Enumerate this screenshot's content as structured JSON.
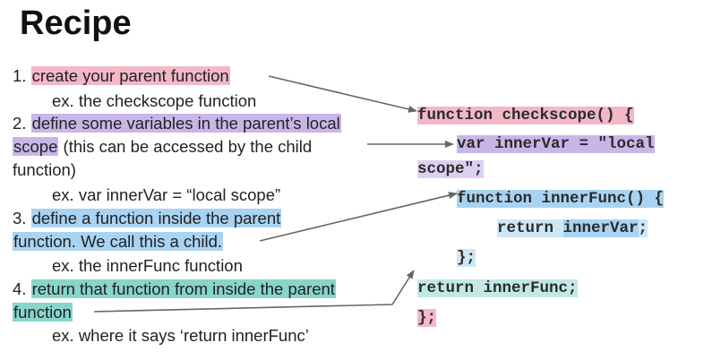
{
  "title": "Recipe",
  "steps": {
    "s1_num": "1.",
    "s1_hl": "create your parent function",
    "s1_ex": "ex. the checkscope function",
    "s2_num": "2.",
    "s2_hl_a": "define some variables in the parent’s local",
    "s2_hl_b": "scope",
    "s2_rest": " (this can be accessed by the child",
    "s2_cont": "function)",
    "s2_ex": "ex. var innerVar = “local scope”",
    "s3_num": "3.",
    "s3_hl_a": "define a function inside the parent",
    "s3_hl_b": "function. We call this a child.",
    "s3_ex": "ex. the innerFunc function",
    "s4_num": "4.",
    "s4_hl_a": "return that function from inside the parent",
    "s4_hl_b": "function",
    "s4_ex": "ex. where it says ‘return innerFunc’"
  },
  "code": {
    "l1": "function checkscope() {",
    "l2a": "var innerVar = \"local",
    "l2b": "scope\";",
    "l3": "function innerFunc() {",
    "l4a": "return ",
    "l4b": "innerVar",
    "l4c": ";",
    "l5": "};",
    "l6": "return innerFunc;",
    "l7": "};"
  },
  "colors": {
    "pink": "#f2b8c8",
    "purple": "#c9b6e8",
    "blue": "#a9d3f2",
    "teal": "#88d5cc",
    "arrow": "#666666"
  }
}
